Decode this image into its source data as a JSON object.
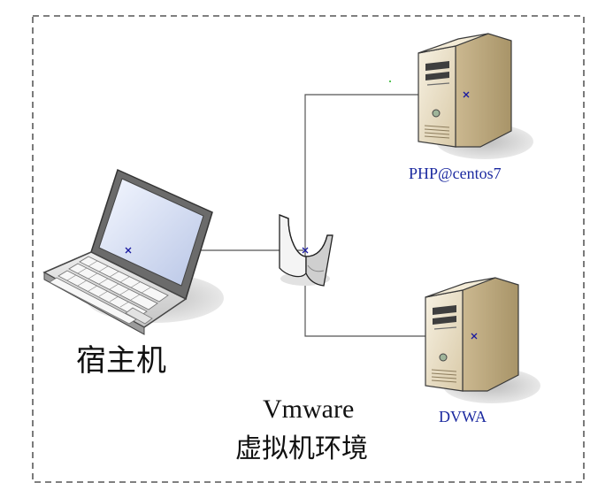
{
  "nodes": {
    "host": {
      "label": "宿主机",
      "icon": "laptop-icon"
    },
    "switch": {
      "icon": "switch-icon"
    },
    "server_php": {
      "label": "PHP@centos7",
      "icon": "server-tower-icon"
    },
    "server_dvwa": {
      "label": "DVWA",
      "icon": "server-tower-icon"
    }
  },
  "environment": {
    "line1": "Vmware",
    "line2": "虚拟机环境"
  },
  "colors": {
    "node_label": "#1c2aa0",
    "connector": "#555555",
    "endpoint": "#1a1aa0",
    "server_body": "#e7dcc4",
    "server_side": "#c7b48c",
    "screen": "#dfe6f6"
  }
}
